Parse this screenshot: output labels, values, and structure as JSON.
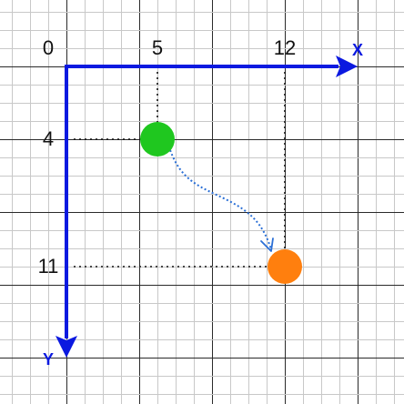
{
  "grid": {
    "minor_color": "#c8c8c8",
    "major_color": "#2a2a2a"
  },
  "axes": {
    "color": "#0b19e0",
    "x_label": "X",
    "y_label": "Y"
  },
  "ticks": {
    "origin": "0",
    "x": [
      "5",
      "12"
    ],
    "y": [
      "4",
      "11"
    ]
  },
  "points": {
    "start": {
      "x": 5,
      "y": 4,
      "color": "#1fc71f"
    },
    "end": {
      "x": 12,
      "y": 11,
      "color": "#ff7f0e"
    }
  },
  "path": {
    "color": "#2a6fd6",
    "style": "dotted arrow"
  },
  "guide_color": "#111111"
}
